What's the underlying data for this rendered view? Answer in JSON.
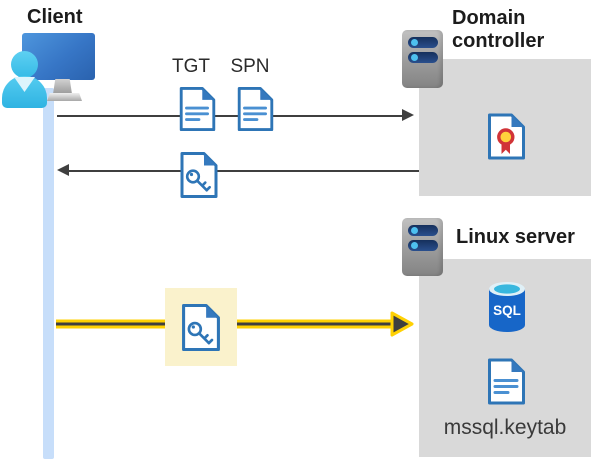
{
  "nodes": {
    "client": {
      "label": "Client"
    },
    "domain_controller": {
      "label": "Domain controller"
    },
    "linux_server": {
      "label": "Linux server"
    }
  },
  "labels": {
    "tgt": "TGT",
    "spn": "SPN",
    "sql": "SQL",
    "keytab_file": "mssql.keytab"
  },
  "icons": {
    "client": "user-at-computer-icon",
    "domain_controller": "server-icon",
    "linux_server": "server-icon",
    "tgt": "document-icon",
    "spn": "document-icon",
    "service_ticket": "key-document-icon",
    "highlighted_ticket": "key-document-icon",
    "certificate": "certificate-icon",
    "database": "sql-database-icon",
    "keytab": "document-icon"
  },
  "colors": {
    "doc_blue": "#2e75b6",
    "doc_line_blue": "#4a90d2",
    "timeline_blue": "#c7defa",
    "node_box_gray": "#d9d9d9",
    "server_navy": "#1e3a6e",
    "server_dot_cyan": "#4ec0ef",
    "person_cyan": "#41c3ea",
    "monitor_blue": "#3776c6",
    "arrow_dark": "#3f3f3f",
    "kerberos_yellow": "#ffd103",
    "highlight_yellow": "#faf2cc",
    "cert_red": "#d13438",
    "cert_gold": "#ffd23c",
    "sql_blue": "#1766c8",
    "sql_top_cyan": "#38b7de",
    "heading_text": "#1c1c1c"
  }
}
